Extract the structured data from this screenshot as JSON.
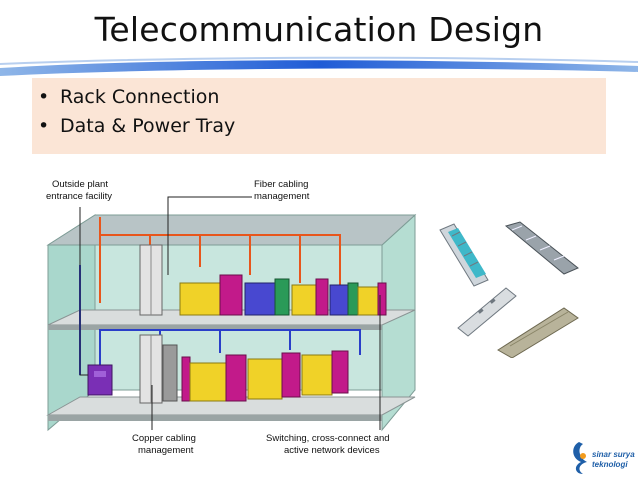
{
  "slide": {
    "title": "Telecommunication Design",
    "bullets": [
      "Rack Connection",
      "Data & Power Tray"
    ],
    "bullet_glyph": "•"
  },
  "diagram": {
    "labels": {
      "outside_plant_1": "Outside plant",
      "outside_plant_2": "entrance facility",
      "fiber_1": "Fiber cabling",
      "fiber_2": "management",
      "copper_1": "Copper cabling",
      "copper_2": "management",
      "switching_1": "Switching, cross-connect and",
      "switching_2": "active network devices"
    },
    "colors": {
      "fiber_cable": "#e8561c",
      "copper_cable": "#2a3fc9",
      "wall": "#a9d7cc",
      "rack_yellow": "#f0d228",
      "rack_magenta": "#c21a8a",
      "rack_blue": "#4848d0",
      "rack_green": "#2a9a58",
      "entrance_box": "#7a2fb5"
    }
  },
  "logo": {
    "line1": "sinar surya",
    "line2": "teknologi",
    "colors": {
      "blue": "#1f5fa8",
      "orange": "#f29b1d"
    }
  }
}
